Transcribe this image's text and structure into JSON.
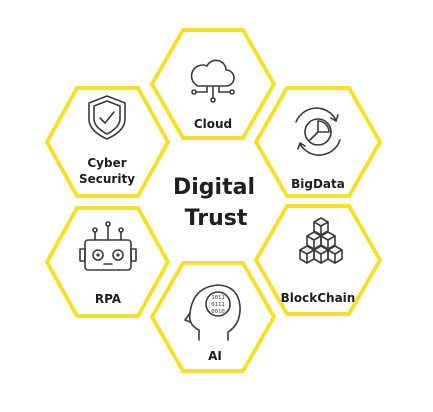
{
  "center": {
    "title_line1": "Digital",
    "title_line2": "Trust"
  },
  "hexagons": {
    "cloud": {
      "label": "Cloud",
      "icon": "cloud-network-icon"
    },
    "cyber": {
      "label_line1": "Cyber",
      "label_line2": "Security",
      "icon": "shield-check-icon"
    },
    "bigdata": {
      "label": "BigData",
      "icon": "pie-chart-cycle-icon"
    },
    "rpa": {
      "label": "RPA",
      "icon": "robot-icon"
    },
    "blockchain": {
      "label": "BlockChain",
      "icon": "stacked-cubes-icon"
    },
    "ai": {
      "label": "AI",
      "icon": "head-binary-icon",
      "binary": [
        "1011",
        "0111",
        "0010"
      ]
    }
  },
  "colors": {
    "hex_border": "#f4e12e",
    "text": "#1e1e1e",
    "icon": "#3a3a3a"
  }
}
